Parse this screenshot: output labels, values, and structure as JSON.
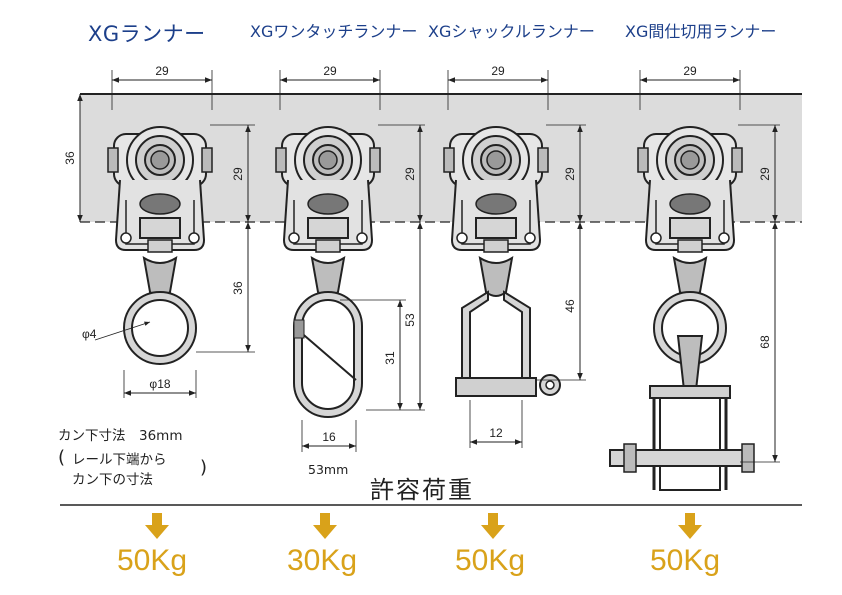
{
  "titles": [
    "XGランナー",
    "XGワンタッチランナー",
    "XGシャックルランナー",
    "XG間仕切用ランナー"
  ],
  "dims": {
    "width_29": "29",
    "height_29": "29",
    "rail_36": "36",
    "r0_36": "36",
    "r0_phi4": "φ4",
    "r0_phi18": "φ18",
    "r1_53": "53",
    "r1_31": "31",
    "r1_16": "16",
    "r2_46": "46",
    "r2_12": "12",
    "r3_68": "68"
  },
  "notes": {
    "line1": "カン下寸法　36mm",
    "line2": "レール下端から",
    "line3": "カン下の寸法",
    "size_53": "53mm"
  },
  "load": {
    "title": "許容荷重",
    "values": [
      "50Kg",
      "30Kg",
      "50Kg",
      "50Kg"
    ]
  },
  "colors": {
    "title": "#1c3f8a",
    "load": "#d9a21a",
    "rail": "#dcdcdc"
  }
}
